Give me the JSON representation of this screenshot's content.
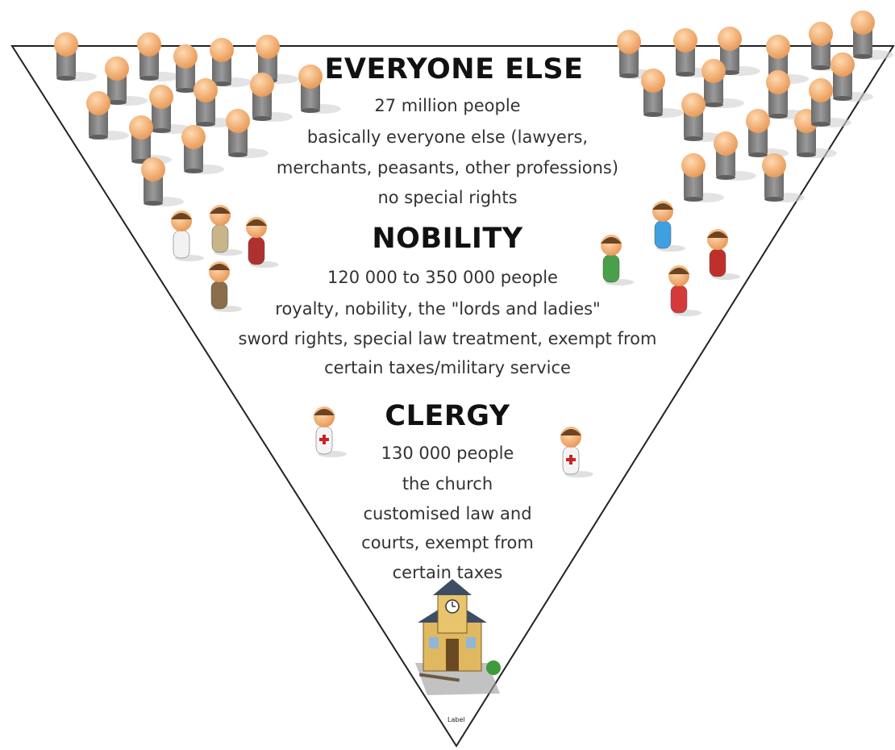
{
  "tiers": [
    {
      "heading": "EVERYONE ELSE",
      "lines": [
        "27 million people",
        "basically everyone else (lawyers,",
        "merchants, peasants, other professions)",
        "no special rights"
      ]
    },
    {
      "heading": "NOBILITY",
      "lines": [
        "120 000 to 350 000 people",
        "royalty, nobility, the \"lords and ladies\"",
        "sword rights, special law treatment, exempt from",
        "certain taxes/military service"
      ]
    },
    {
      "heading": "CLERGY",
      "lines": [
        "130 000 people",
        "the church",
        "customised law and",
        "courts, exempt from",
        "certain taxes"
      ]
    }
  ],
  "building_label": "Label",
  "colors": {
    "outline": "#222222",
    "head": "#f2b27a",
    "body_gray": "#7d7d7d",
    "building_wall": "#e0b860",
    "building_roof": "#3d4d63",
    "cross_red": "#cc2222"
  },
  "icons": {
    "crowd": "person-figure-icon",
    "nobility": "noble-figure-icon",
    "clergy": "priest-figure-icon",
    "building": "church-building-icon"
  }
}
